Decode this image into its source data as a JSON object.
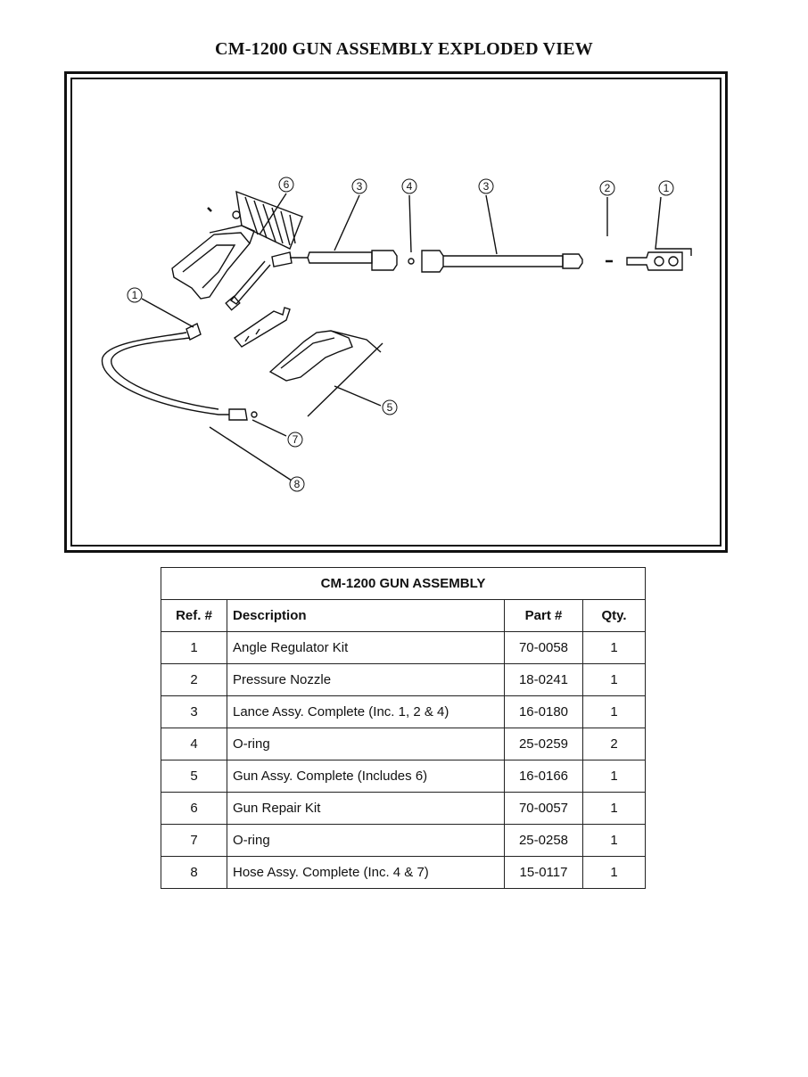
{
  "page": {
    "title": "CM-1200 GUN ASSEMBLY EXPLODED VIEW"
  },
  "diagram": {
    "callouts": [
      "1",
      "2",
      "3",
      "4",
      "5",
      "6",
      "7",
      "8"
    ]
  },
  "table": {
    "title": "CM-1200 GUN ASSEMBLY",
    "headers": {
      "ref": "Ref. #",
      "description": "Description",
      "part": "Part #",
      "qty": "Qty."
    },
    "rows": [
      {
        "ref": "1",
        "description": "Angle Regulator Kit",
        "part": "70-0058",
        "qty": "1"
      },
      {
        "ref": "2",
        "description": "Pressure Nozzle",
        "part": "18-0241",
        "qty": "1"
      },
      {
        "ref": "3",
        "description": "Lance Assy. Complete  (Inc. 1, 2 & 4)",
        "part": "16-0180",
        "qty": "1"
      },
      {
        "ref": "4",
        "description": "O-ring",
        "part": "25-0259",
        "qty": "2"
      },
      {
        "ref": "5",
        "description": "Gun Assy. Complete (Includes 6)",
        "part": "16-0166",
        "qty": "1"
      },
      {
        "ref": "6",
        "description": "Gun Repair Kit",
        "part": "70-0057",
        "qty": "1"
      },
      {
        "ref": "7",
        "description": "O-ring",
        "part": "25-0258",
        "qty": "1"
      },
      {
        "ref": "8",
        "description": "Hose Assy. Complete  (Inc. 4 & 7)",
        "part": "15-0117",
        "qty": "1"
      }
    ]
  }
}
